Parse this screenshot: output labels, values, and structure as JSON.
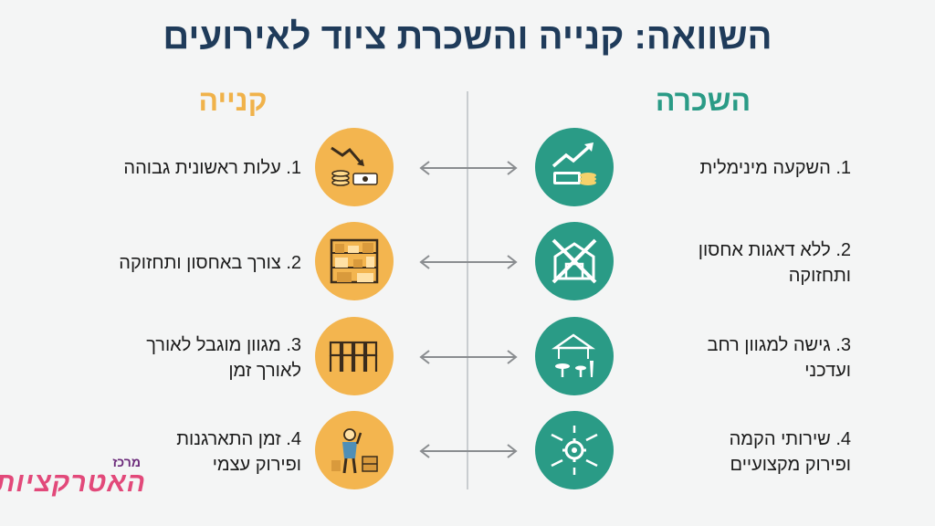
{
  "title": "השוואה: קנייה והשכרת ציוד לאירועים",
  "columns": {
    "rent": "השכרה",
    "buy": "קנייה"
  },
  "rows": [
    {
      "rent": [
        "1. השקעה מינימלית"
      ],
      "buy": [
        "1. עלות ראשונית גבוהה"
      ],
      "rent_icon": "money-growth-icon",
      "buy_icon": "money-decline-icon"
    },
    {
      "rent": [
        "2. ללא דאגות אחסון",
        "ותחזוקה"
      ],
      "buy": [
        "2. צורך באחסון ותחזוקה"
      ],
      "rent_icon": "no-storage-icon",
      "buy_icon": "storage-shelves-icon"
    },
    {
      "rent": [
        "3. גישה למגוון רחב",
        "ועדכני"
      ],
      "buy": [
        "3. מגוון מוגבל לאורך",
        "לאורך זמן"
      ],
      "rent_icon": "tent-furniture-icon",
      "buy_icon": "chairs-row-icon"
    },
    {
      "rent": [
        "4. שירותי הקמה",
        "ופירוק מקצועיים"
      ],
      "buy": [
        "4. זמן התארגנות",
        "ופירוק עצמי"
      ],
      "rent_icon": "teamwork-gear-icon",
      "buy_icon": "tired-worker-icon"
    }
  ],
  "logo": {
    "small": "מרכז",
    "big": "האטרקציות"
  },
  "colors": {
    "rent": "#2a9b86",
    "buy": "#f3b54f",
    "title": "#1f3b5a"
  }
}
